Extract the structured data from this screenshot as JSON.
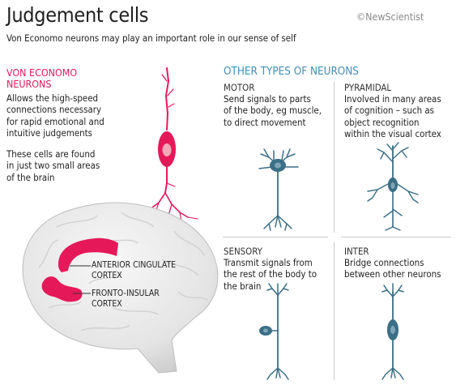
{
  "header": {
    "title": "Judgement cells",
    "subtitle": "Von Economo neurons may play an important role in our sense of self",
    "brand": "©NewScientist"
  },
  "von_economo": {
    "heading_line1": "VON ECONOMO",
    "heading_line2": "NEURONS",
    "desc_lines": [
      "Allows the high-speed",
      "connections necessary",
      "for rapid emotional and",
      "intuitive judgements"
    ],
    "location_lines": [
      "These cells are found",
      "in just two small areas",
      "of the brain"
    ]
  },
  "brain_labels": {
    "acc_line1": "ANTERIOR CINGULATE",
    "acc_line2": "CORTEX",
    "fi_line1": "FRONTO-INSULAR",
    "fi_line2": "CORTEX"
  },
  "other_types": {
    "heading": "OTHER TYPES OF NEURONS",
    "motor": {
      "name": "MOTOR",
      "lines": [
        "Send signals to parts",
        "of the body, eg muscle,",
        "to direct movement"
      ]
    },
    "pyramidal": {
      "name": "PYRAMIDAL",
      "lines": [
        "Involved in many areas",
        "of cognition – such as",
        "object recognition",
        "within the visual cortex"
      ]
    },
    "sensory": {
      "name": "SENSORY",
      "lines": [
        "Transmit signals from",
        "the rest of the body to",
        "the brain"
      ]
    },
    "inter": {
      "name": "INTER",
      "lines": [
        "Bridge connections",
        "between other neurons"
      ]
    }
  },
  "colors": {
    "accent_red": "#e5195a",
    "accent_blue": "#3f8fb7",
    "neuron_blue": "#3b6f86",
    "brain_grey": "#e9e9e9"
  }
}
